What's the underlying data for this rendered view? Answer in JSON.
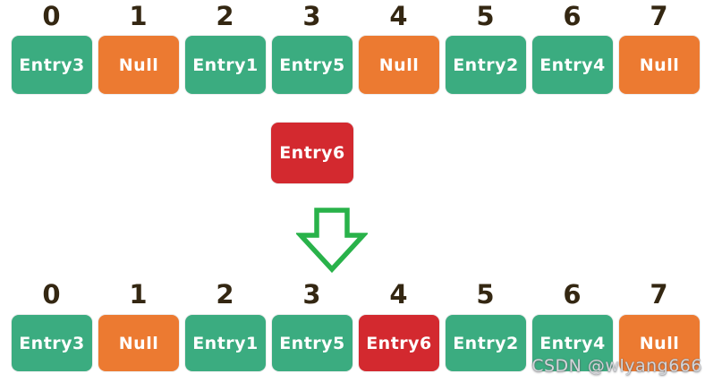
{
  "diagram": {
    "type": "hash-table-insertion",
    "indices": [
      "0",
      "1",
      "2",
      "3",
      "4",
      "5",
      "6",
      "7"
    ],
    "top_row": [
      {
        "label": "Entry3",
        "color": "green"
      },
      {
        "label": "Null",
        "color": "orange"
      },
      {
        "label": "Entry1",
        "color": "green"
      },
      {
        "label": "Entry5",
        "color": "green"
      },
      {
        "label": "Null",
        "color": "orange"
      },
      {
        "label": "Entry2",
        "color": "green"
      },
      {
        "label": "Entry4",
        "color": "green"
      },
      {
        "label": "Null",
        "color": "orange"
      }
    ],
    "pending_entry": {
      "label": "Entry6",
      "color": "red",
      "below_index": "3"
    },
    "arrow": {
      "icon": "down-arrow",
      "style": "hollow-outline"
    },
    "bottom_row": [
      {
        "label": "Entry3",
        "color": "green"
      },
      {
        "label": "Null",
        "color": "orange"
      },
      {
        "label": "Entry1",
        "color": "green"
      },
      {
        "label": "Entry5",
        "color": "green"
      },
      {
        "label": "Entry6",
        "color": "red"
      },
      {
        "label": "Entry2",
        "color": "green"
      },
      {
        "label": "Entry4",
        "color": "green"
      },
      {
        "label": "Null",
        "color": "orange"
      }
    ],
    "colors": {
      "green": "#3BAC80",
      "orange": "#EC7A31",
      "red": "#D3292F",
      "arrow": "#29B24A",
      "index_text": "#342712",
      "box_text": "#FFFFFF"
    }
  },
  "watermark": {
    "text": "CSDN @wlyang666"
  }
}
